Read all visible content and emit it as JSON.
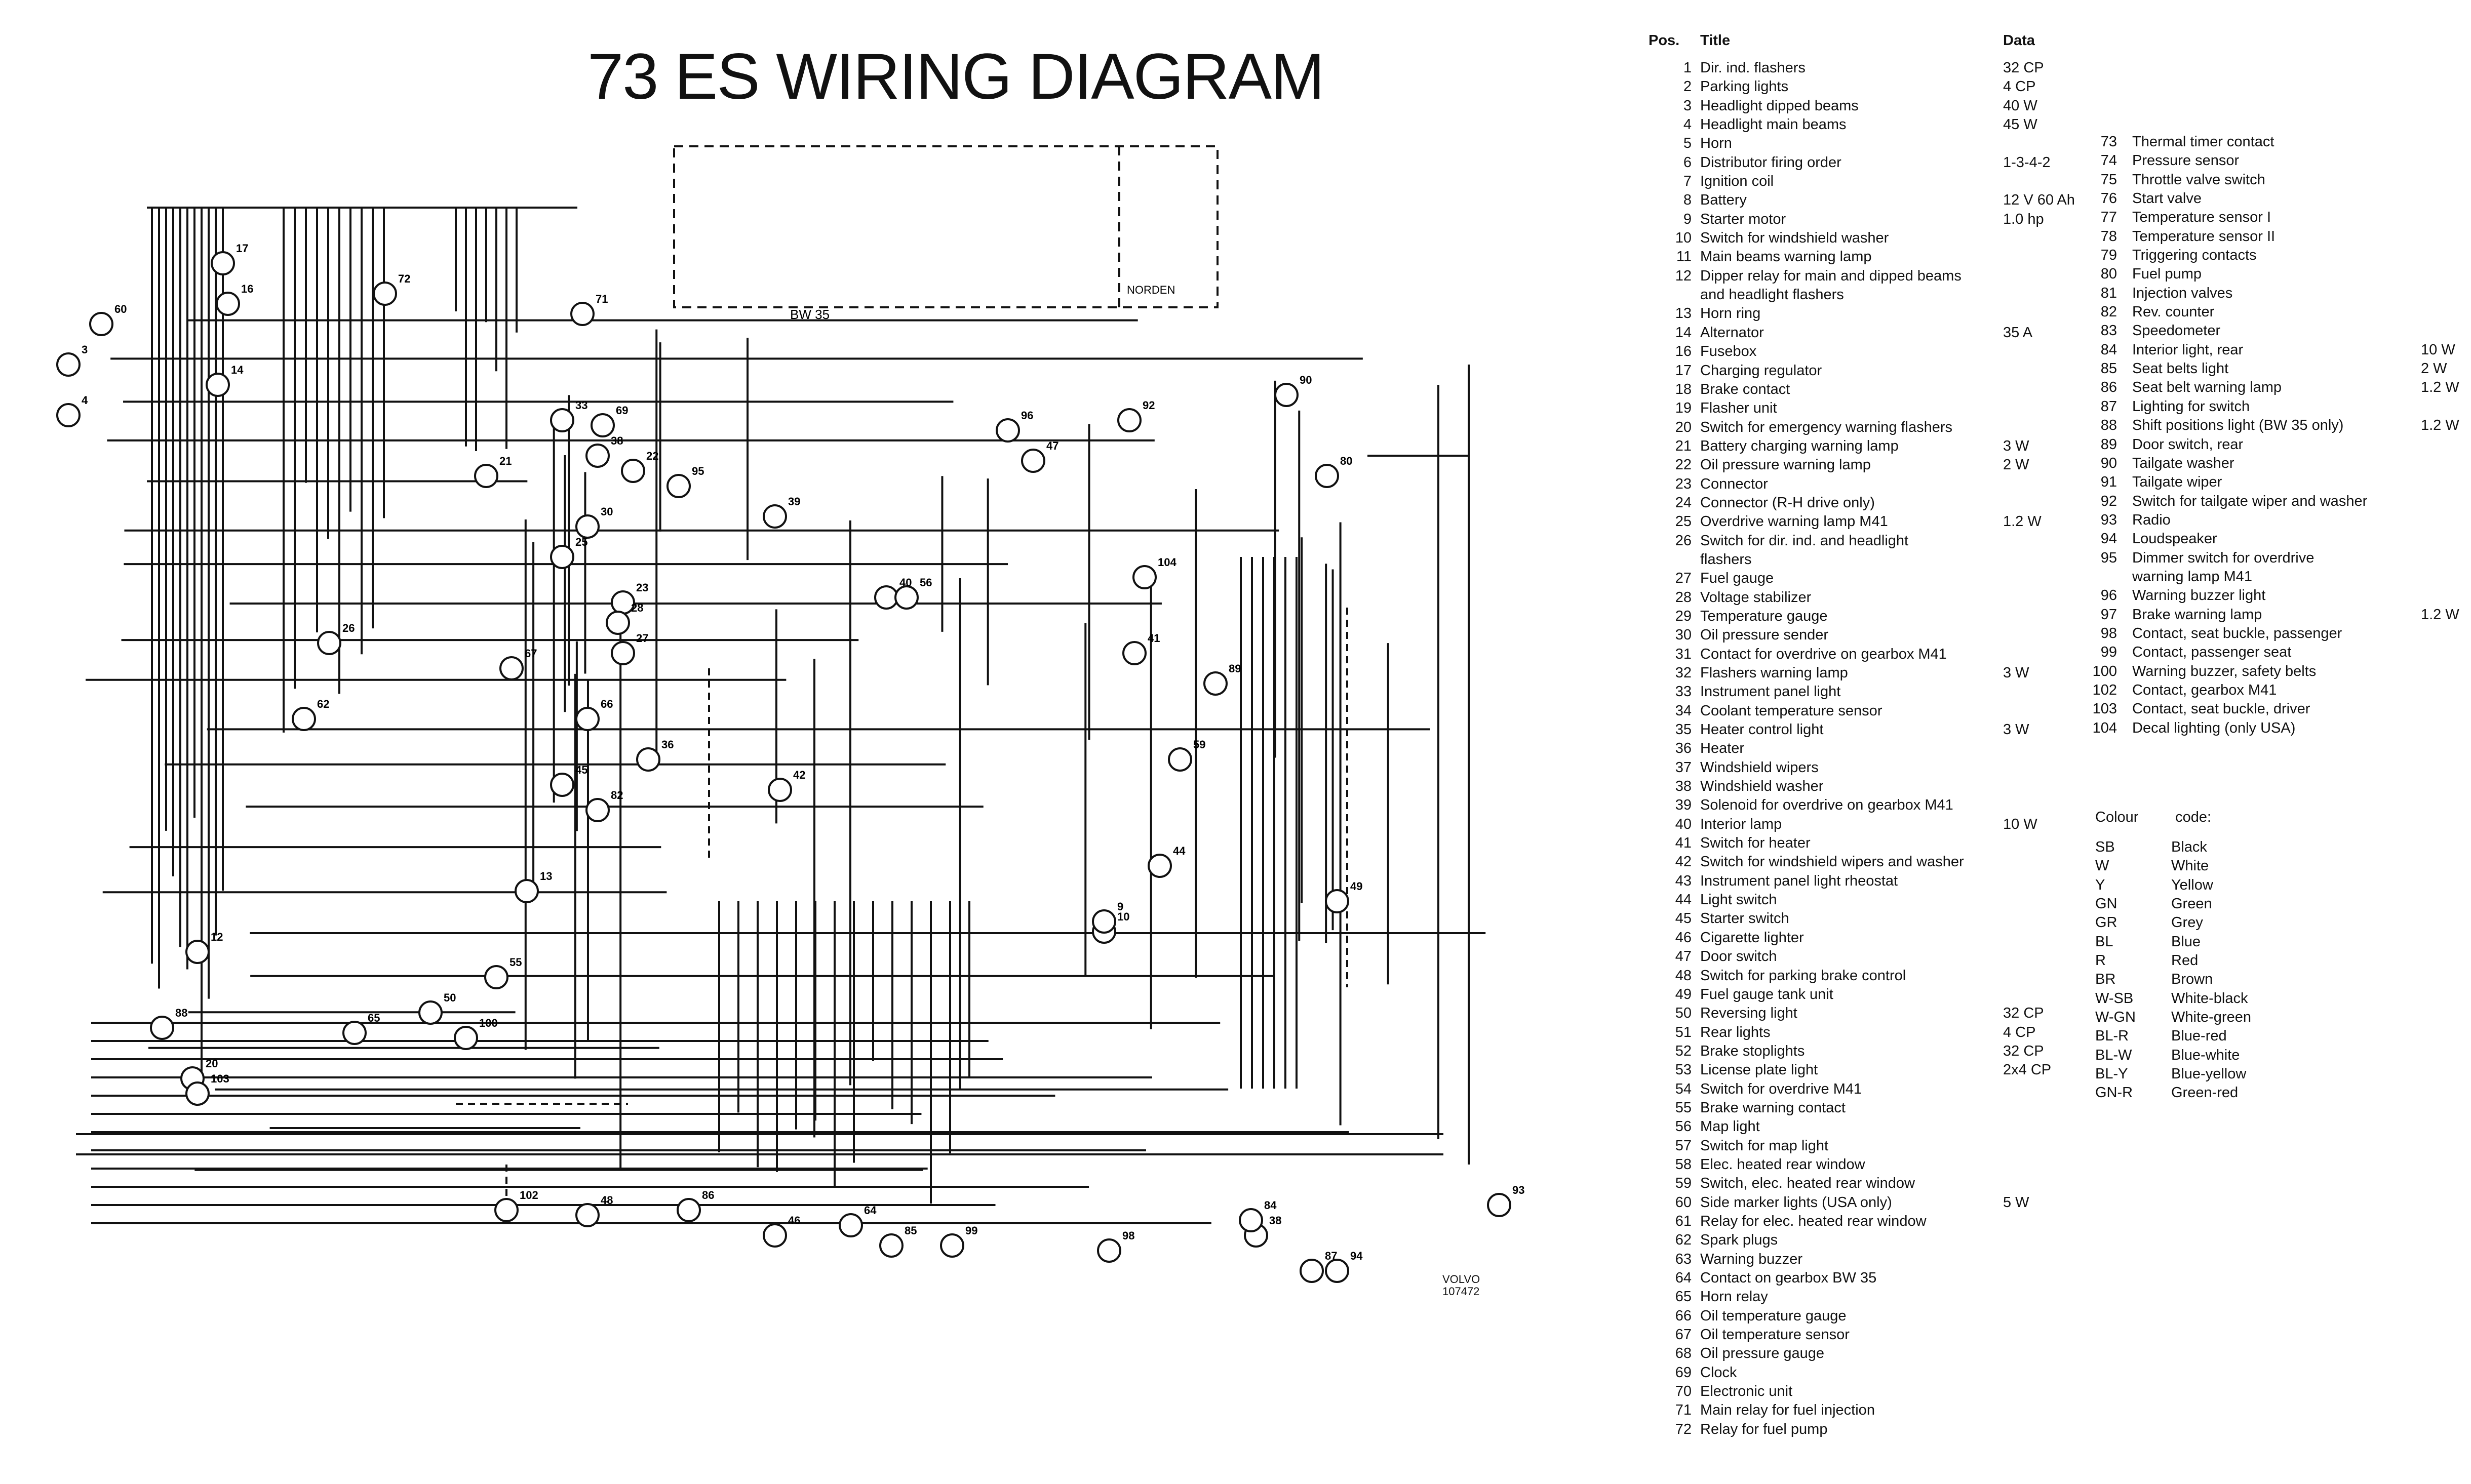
{
  "title": "73 ES WIRING DIAGRAM",
  "footer": {
    "brand": "VOLVO",
    "number": "107472"
  },
  "diagram_labels": {
    "bw35": "BW 35",
    "norden": "NORDEN"
  },
  "component_numbers": [
    "60",
    "3",
    "4",
    "14",
    "16",
    "17",
    "12",
    "72",
    "71",
    "69",
    "33",
    "38",
    "22",
    "21",
    "30",
    "25",
    "23",
    "28",
    "27",
    "26",
    "62",
    "67",
    "66",
    "45",
    "82",
    "36",
    "39",
    "95",
    "96",
    "47",
    "92",
    "90",
    "80",
    "40",
    "56",
    "104",
    "41",
    "89",
    "59",
    "42",
    "44",
    "10",
    "9",
    "13",
    "49",
    "65",
    "20",
    "50",
    "55",
    "88",
    "103",
    "102",
    "48",
    "86",
    "85",
    "46",
    "38",
    "84",
    "87",
    "94",
    "93",
    "64",
    "98",
    "99",
    "100"
  ],
  "legend": {
    "headers": {
      "pos": "Pos.",
      "title": "Title",
      "data": "Data"
    },
    "left_items": [
      {
        "pos": "1",
        "title": "Dir. ind. flashers",
        "data": "32 CP"
      },
      {
        "pos": "2",
        "title": "Parking lights",
        "data": "4 CP"
      },
      {
        "pos": "3",
        "title": "Headlight dipped beams",
        "data": "40 W"
      },
      {
        "pos": "4",
        "title": "Headlight main beams",
        "data": "45 W"
      },
      {
        "pos": "5",
        "title": "Horn",
        "data": ""
      },
      {
        "pos": "6",
        "title": "Distributor firing order",
        "data": "1-3-4-2"
      },
      {
        "pos": "7",
        "title": "Ignition coil",
        "data": ""
      },
      {
        "pos": "8",
        "title": "Battery",
        "data": "12 V 60 Ah"
      },
      {
        "pos": "9",
        "title": "Starter motor",
        "data": "1.0 hp"
      },
      {
        "pos": "10",
        "title": "Switch for windshield washer",
        "data": ""
      },
      {
        "pos": "11",
        "title": "Main beams warning lamp",
        "data": ""
      },
      {
        "pos": "12",
        "title": "Dipper relay for main and dipped beams",
        "data": ""
      },
      {
        "pos": "",
        "title": "and headlight flashers",
        "data": ""
      },
      {
        "pos": "13",
        "title": "Horn ring",
        "data": ""
      },
      {
        "pos": "14",
        "title": "Alternator",
        "data": "35 A"
      },
      {
        "pos": "16",
        "title": "Fusebox",
        "data": ""
      },
      {
        "pos": "17",
        "title": "Charging regulator",
        "data": ""
      },
      {
        "pos": "18",
        "title": "Brake contact",
        "data": ""
      },
      {
        "pos": "19",
        "title": "Flasher unit",
        "data": ""
      },
      {
        "pos": "20",
        "title": "Switch for emergency warning flashers",
        "data": ""
      },
      {
        "pos": "21",
        "title": "Battery charging warning lamp",
        "data": "3 W"
      },
      {
        "pos": "22",
        "title": "Oil pressure warning lamp",
        "data": "2 W"
      },
      {
        "pos": "23",
        "title": "Connector",
        "data": ""
      },
      {
        "pos": "24",
        "title": "Connector (R-H drive only)",
        "data": ""
      },
      {
        "pos": "25",
        "title": "Overdrive warning lamp M41",
        "data": "1.2 W"
      },
      {
        "pos": "26",
        "title": "Switch for dir. ind. and headlight",
        "data": ""
      },
      {
        "pos": "",
        "title": "flashers",
        "data": ""
      },
      {
        "pos": "27",
        "title": "Fuel gauge",
        "data": ""
      },
      {
        "pos": "28",
        "title": "Voltage stabilizer",
        "data": ""
      },
      {
        "pos": "29",
        "title": "Temperature gauge",
        "data": ""
      },
      {
        "pos": "30",
        "title": "Oil pressure sender",
        "data": ""
      },
      {
        "pos": "31",
        "title": "Contact for overdrive on gearbox M41",
        "data": ""
      },
      {
        "pos": "32",
        "title": "Flashers warning lamp",
        "data": "3 W"
      },
      {
        "pos": "33",
        "title": "Instrument panel light",
        "data": ""
      },
      {
        "pos": "34",
        "title": "Coolant temperature sensor",
        "data": ""
      },
      {
        "pos": "35",
        "title": "Heater control light",
        "data": "3 W"
      },
      {
        "pos": "36",
        "title": "Heater",
        "data": ""
      },
      {
        "pos": "37",
        "title": "Windshield wipers",
        "data": ""
      },
      {
        "pos": "38",
        "title": "Windshield washer",
        "data": ""
      },
      {
        "pos": "39",
        "title": "Solenoid for overdrive on gearbox M41",
        "data": ""
      },
      {
        "pos": "40",
        "title": "Interior lamp",
        "data": "10 W"
      },
      {
        "pos": "41",
        "title": "Switch for heater",
        "data": ""
      },
      {
        "pos": "42",
        "title": "Switch for windshield wipers and washer",
        "data": ""
      },
      {
        "pos": "43",
        "title": "Instrument panel light rheostat",
        "data": ""
      },
      {
        "pos": "44",
        "title": "Light switch",
        "data": ""
      },
      {
        "pos": "45",
        "title": "Starter switch",
        "data": ""
      },
      {
        "pos": "46",
        "title": "Cigarette lighter",
        "data": ""
      },
      {
        "pos": "47",
        "title": "Door switch",
        "data": ""
      },
      {
        "pos": "48",
        "title": "Switch for parking brake control",
        "data": ""
      },
      {
        "pos": "49",
        "title": "Fuel gauge tank unit",
        "data": ""
      },
      {
        "pos": "50",
        "title": "Reversing light",
        "data": "32 CP"
      },
      {
        "pos": "51",
        "title": "Rear lights",
        "data": "4 CP"
      },
      {
        "pos": "52",
        "title": "Brake stoplights",
        "data": "32 CP"
      },
      {
        "pos": "53",
        "title": "License plate light",
        "data": "2x4 CP"
      },
      {
        "pos": "54",
        "title": "Switch for overdrive M41",
        "data": ""
      },
      {
        "pos": "55",
        "title": "Brake warning contact",
        "data": ""
      },
      {
        "pos": "56",
        "title": "Map light",
        "data": ""
      },
      {
        "pos": "57",
        "title": "Switch for map light",
        "data": ""
      },
      {
        "pos": "58",
        "title": "Elec. heated rear window",
        "data": ""
      },
      {
        "pos": "59",
        "title": "Switch, elec. heated rear window",
        "data": ""
      },
      {
        "pos": "60",
        "title": "Side marker lights (USA only)",
        "data": "5 W"
      },
      {
        "pos": "61",
        "title": "Relay for elec. heated rear window",
        "data": ""
      },
      {
        "pos": "62",
        "title": "Spark plugs",
        "data": ""
      },
      {
        "pos": "63",
        "title": "Warning buzzer",
        "data": ""
      },
      {
        "pos": "64",
        "title": "Contact on gearbox BW 35",
        "data": ""
      },
      {
        "pos": "65",
        "title": "Horn relay",
        "data": ""
      },
      {
        "pos": "66",
        "title": "Oil temperature gauge",
        "data": ""
      },
      {
        "pos": "67",
        "title": "Oil temperature sensor",
        "data": ""
      },
      {
        "pos": "68",
        "title": "Oil pressure gauge",
        "data": ""
      },
      {
        "pos": "69",
        "title": "Clock",
        "data": ""
      },
      {
        "pos": "70",
        "title": "Electronic unit",
        "data": ""
      },
      {
        "pos": "71",
        "title": "Main relay for fuel injection",
        "data": ""
      },
      {
        "pos": "72",
        "title": "Relay for fuel pump",
        "data": ""
      }
    ],
    "right_items": [
      {
        "pos": "73",
        "title": "Thermal timer contact",
        "data": ""
      },
      {
        "pos": "74",
        "title": "Pressure sensor",
        "data": ""
      },
      {
        "pos": "75",
        "title": "Throttle valve switch",
        "data": ""
      },
      {
        "pos": "76",
        "title": "Start valve",
        "data": ""
      },
      {
        "pos": "77",
        "title": "Temperature sensor I",
        "data": ""
      },
      {
        "pos": "78",
        "title": "Temperature sensor II",
        "data": ""
      },
      {
        "pos": "79",
        "title": "Triggering contacts",
        "data": ""
      },
      {
        "pos": "80",
        "title": "Fuel pump",
        "data": ""
      },
      {
        "pos": "81",
        "title": "Injection valves",
        "data": ""
      },
      {
        "pos": "82",
        "title": "Rev. counter",
        "data": ""
      },
      {
        "pos": "83",
        "title": "Speedometer",
        "data": ""
      },
      {
        "pos": "84",
        "title": "Interior light, rear",
        "data": "10 W"
      },
      {
        "pos": "85",
        "title": "Seat belts light",
        "data": "2 W"
      },
      {
        "pos": "86",
        "title": "Seat belt warning lamp",
        "data": "1.2 W"
      },
      {
        "pos": "87",
        "title": "Lighting for switch",
        "data": ""
      },
      {
        "pos": "88",
        "title": "Shift positions light (BW 35 only)",
        "data": "1.2 W"
      },
      {
        "pos": "89",
        "title": "Door switch, rear",
        "data": ""
      },
      {
        "pos": "90",
        "title": "Tailgate washer",
        "data": ""
      },
      {
        "pos": "91",
        "title": "Tailgate wiper",
        "data": ""
      },
      {
        "pos": "92",
        "title": "Switch for tailgate wiper and washer",
        "data": ""
      },
      {
        "pos": "93",
        "title": "Radio",
        "data": ""
      },
      {
        "pos": "94",
        "title": "Loudspeaker",
        "data": ""
      },
      {
        "pos": "95",
        "title": "Dimmer switch for overdrive",
        "data": ""
      },
      {
        "pos": "",
        "title": "warning lamp M41",
        "data": ""
      },
      {
        "pos": "96",
        "title": "Warning buzzer light",
        "data": ""
      },
      {
        "pos": "97",
        "title": "Brake warning lamp",
        "data": "1.2 W"
      },
      {
        "pos": "98",
        "title": "Contact, seat buckle, passenger",
        "data": ""
      },
      {
        "pos": "99",
        "title": "Contact, passenger seat",
        "data": ""
      },
      {
        "pos": "100",
        "title": "Warning buzzer, safety belts",
        "data": ""
      },
      {
        "pos": "102",
        "title": "Contact, gearbox M41",
        "data": ""
      },
      {
        "pos": "103",
        "title": "Contact, seat buckle, driver",
        "data": ""
      },
      {
        "pos": "104",
        "title": "Decal lighting (only USA)",
        "data": ""
      }
    ]
  },
  "colour_code": {
    "heading": [
      "Colour",
      "code:"
    ],
    "items": [
      {
        "code": "SB",
        "name": "Black"
      },
      {
        "code": "W",
        "name": "White"
      },
      {
        "code": "Y",
        "name": "Yellow"
      },
      {
        "code": "GN",
        "name": "Green"
      },
      {
        "code": "GR",
        "name": "Grey"
      },
      {
        "code": "BL",
        "name": "Blue"
      },
      {
        "code": "R",
        "name": "Red"
      },
      {
        "code": "BR",
        "name": "Brown"
      },
      {
        "code": "W-SB",
        "name": "White-black"
      },
      {
        "code": "W-GN",
        "name": "White-green"
      },
      {
        "code": "BL-R",
        "name": "Blue-red"
      },
      {
        "code": "BL-W",
        "name": "Blue-white"
      },
      {
        "code": "BL-Y",
        "name": "Blue-yellow"
      },
      {
        "code": "GN-R",
        "name": "Green-red"
      }
    ]
  },
  "colors": {
    "ink": "#111111",
    "paper": "#ffffff"
  }
}
